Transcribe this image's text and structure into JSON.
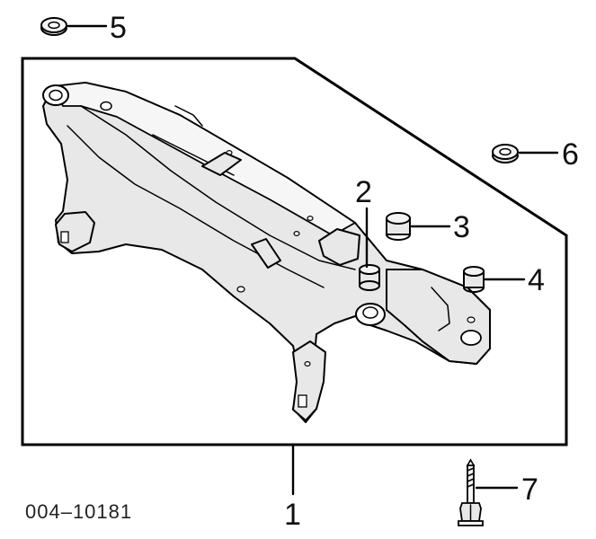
{
  "callouts": {
    "c1": "1",
    "c2": "2",
    "c3": "3",
    "c4": "4",
    "c5": "5",
    "c6": "6",
    "c7": "7"
  },
  "figure_code": "004–10181",
  "icons": [
    "crossmember",
    "bushing",
    "washer",
    "bolt"
  ]
}
